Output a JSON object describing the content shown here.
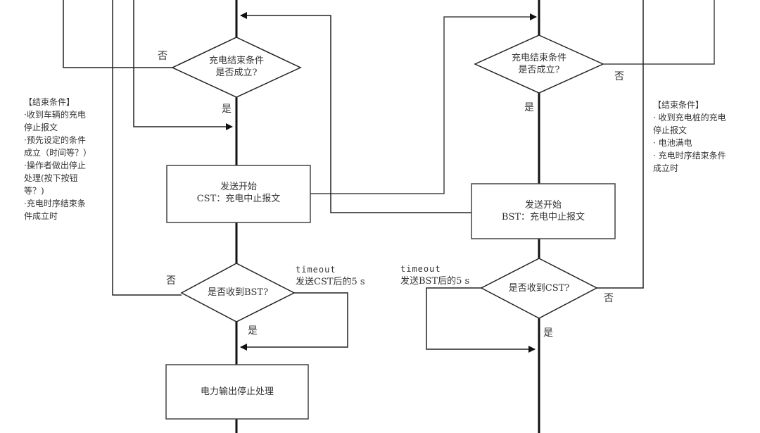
{
  "left_flow": {
    "decision_end": {
      "line1": "充电结束条件",
      "line2": "是否成立?"
    },
    "decision_end_no": "否",
    "decision_end_yes": "是",
    "process_send_cst": {
      "line1": "发送开始",
      "line2": "CST：充电中止报文"
    },
    "decision_recv_bst": {
      "text": "是否收到BST?"
    },
    "decision_recv_bst_no": "否",
    "decision_recv_bst_yes": "是",
    "timeout_label": {
      "line1": "timeout",
      "line2": "发送CST后的5 s"
    },
    "process_power_stop": {
      "text": "电力输出停止处理"
    },
    "end_conditions_note": {
      "title": "【结束条件】",
      "lines": [
        "·收到车辆的充电",
        "停止报文",
        "·预先设定的条件",
        "成立（时间等？）",
        "·操作者做出停止",
        "处理(按下按钮",
        "等？)",
        "·充电时序结束条",
        "件成立时"
      ]
    }
  },
  "right_flow": {
    "decision_end": {
      "line1": "充电结束条件",
      "line2": "是否成立?"
    },
    "decision_end_no": "否",
    "decision_end_yes": "是",
    "process_send_bst": {
      "line1": "发送开始",
      "line2": "BST：充电中止报文"
    },
    "decision_recv_cst": {
      "text": "是否收到CST?"
    },
    "decision_recv_cst_no": "否",
    "decision_recv_cst_yes": "是",
    "timeout_label": {
      "line1": "timeout",
      "line2": "发送BST后的5 s"
    },
    "end_conditions_note": {
      "title": "【结束条件】",
      "lines": [
        "· 收到充电桩的充电",
        "停止报文",
        "· 电池满电",
        "· 充电时序结束条件",
        "成立时"
      ]
    }
  }
}
